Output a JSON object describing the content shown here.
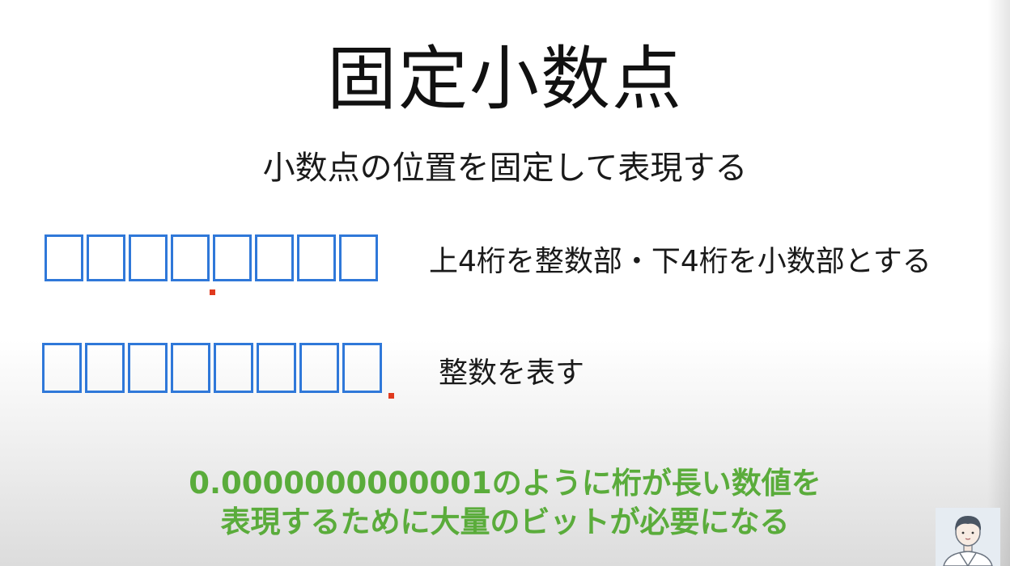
{
  "title": "固定小数点",
  "subtitle": "小数点の位置を固定して表現する",
  "rows": [
    {
      "box_count": 8,
      "point_after_box": 4,
      "description": "上4桁を整数部・下4桁を小数部とする"
    },
    {
      "box_count": 8,
      "point_after_box": 8,
      "description": "整数を表す"
    }
  ],
  "note": {
    "line1": "0.0000000000001のように桁が長い数値を",
    "line2": "表現するために大量のビットが必要になる"
  },
  "colors": {
    "box_border": "#2f78d9",
    "decimal_point": "#e03a1e",
    "note_text": "#5aac3b",
    "title_text": "#111111"
  },
  "avatar": {
    "icon": "presenter-avatar-icon"
  }
}
